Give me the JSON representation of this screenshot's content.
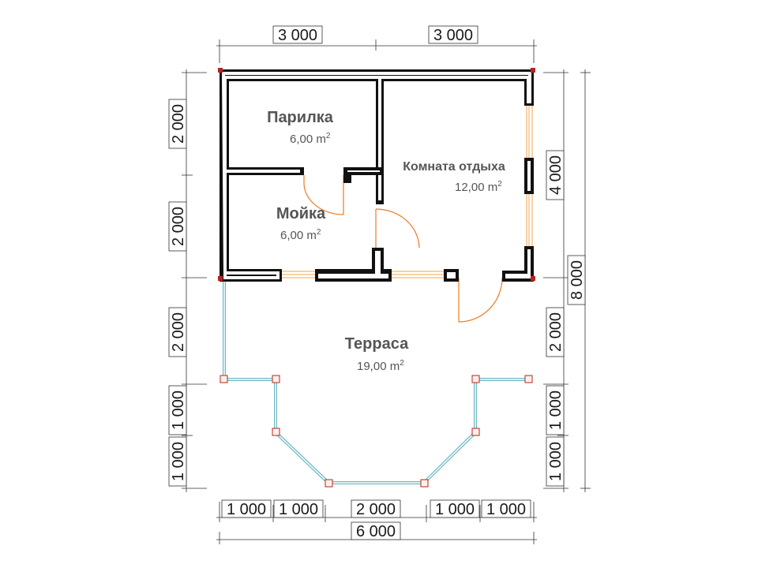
{
  "dimensions": {
    "top": [
      "3 000",
      "3 000"
    ],
    "left": [
      "2 000",
      "2 000",
      "2 000",
      "1 000",
      "1 000"
    ],
    "right_rooms": "4 000",
    "right": [
      "2 000",
      "1 000",
      "1 000"
    ],
    "overall_right": "8 000",
    "bottom": [
      "1 000",
      "1 000",
      "2 000",
      "1 000",
      "1 000"
    ],
    "overall_bottom": "6 000"
  },
  "rooms": {
    "parilka": {
      "name": "Парилка",
      "area": "6,00 m",
      "sup": "2"
    },
    "komnata": {
      "name": "Комната отдыха",
      "area": "12,00 m",
      "sup": "2"
    },
    "moika": {
      "name": "Мойка",
      "area": "6,00 m",
      "sup": "2"
    },
    "terrasa": {
      "name": "Терраса",
      "area": "19,00 m",
      "sup": "2"
    }
  },
  "colors": {
    "wall": "#111111",
    "door": "#f07a1e",
    "window": "#f2a64a",
    "railing": "#7fc8d0",
    "post_fill": "#fff1ea",
    "post_stroke": "#b3261e",
    "corner": "#b3261e"
  }
}
